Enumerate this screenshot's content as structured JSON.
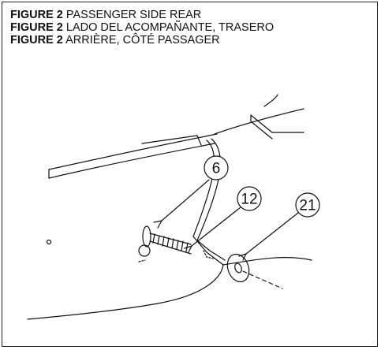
{
  "captions": [
    {
      "figure": "FIGURE 2",
      "text": "PASSENGER SIDE REAR"
    },
    {
      "figure": "FIGURE 2",
      "text": "LADO DEL ACOMPAÑANTE, TRASERO"
    },
    {
      "figure": "FIGURE 2",
      "text": "ARRIÈRE, CÔTÉ PASSAGER"
    }
  ],
  "callouts": [
    "6",
    "12",
    "21"
  ]
}
